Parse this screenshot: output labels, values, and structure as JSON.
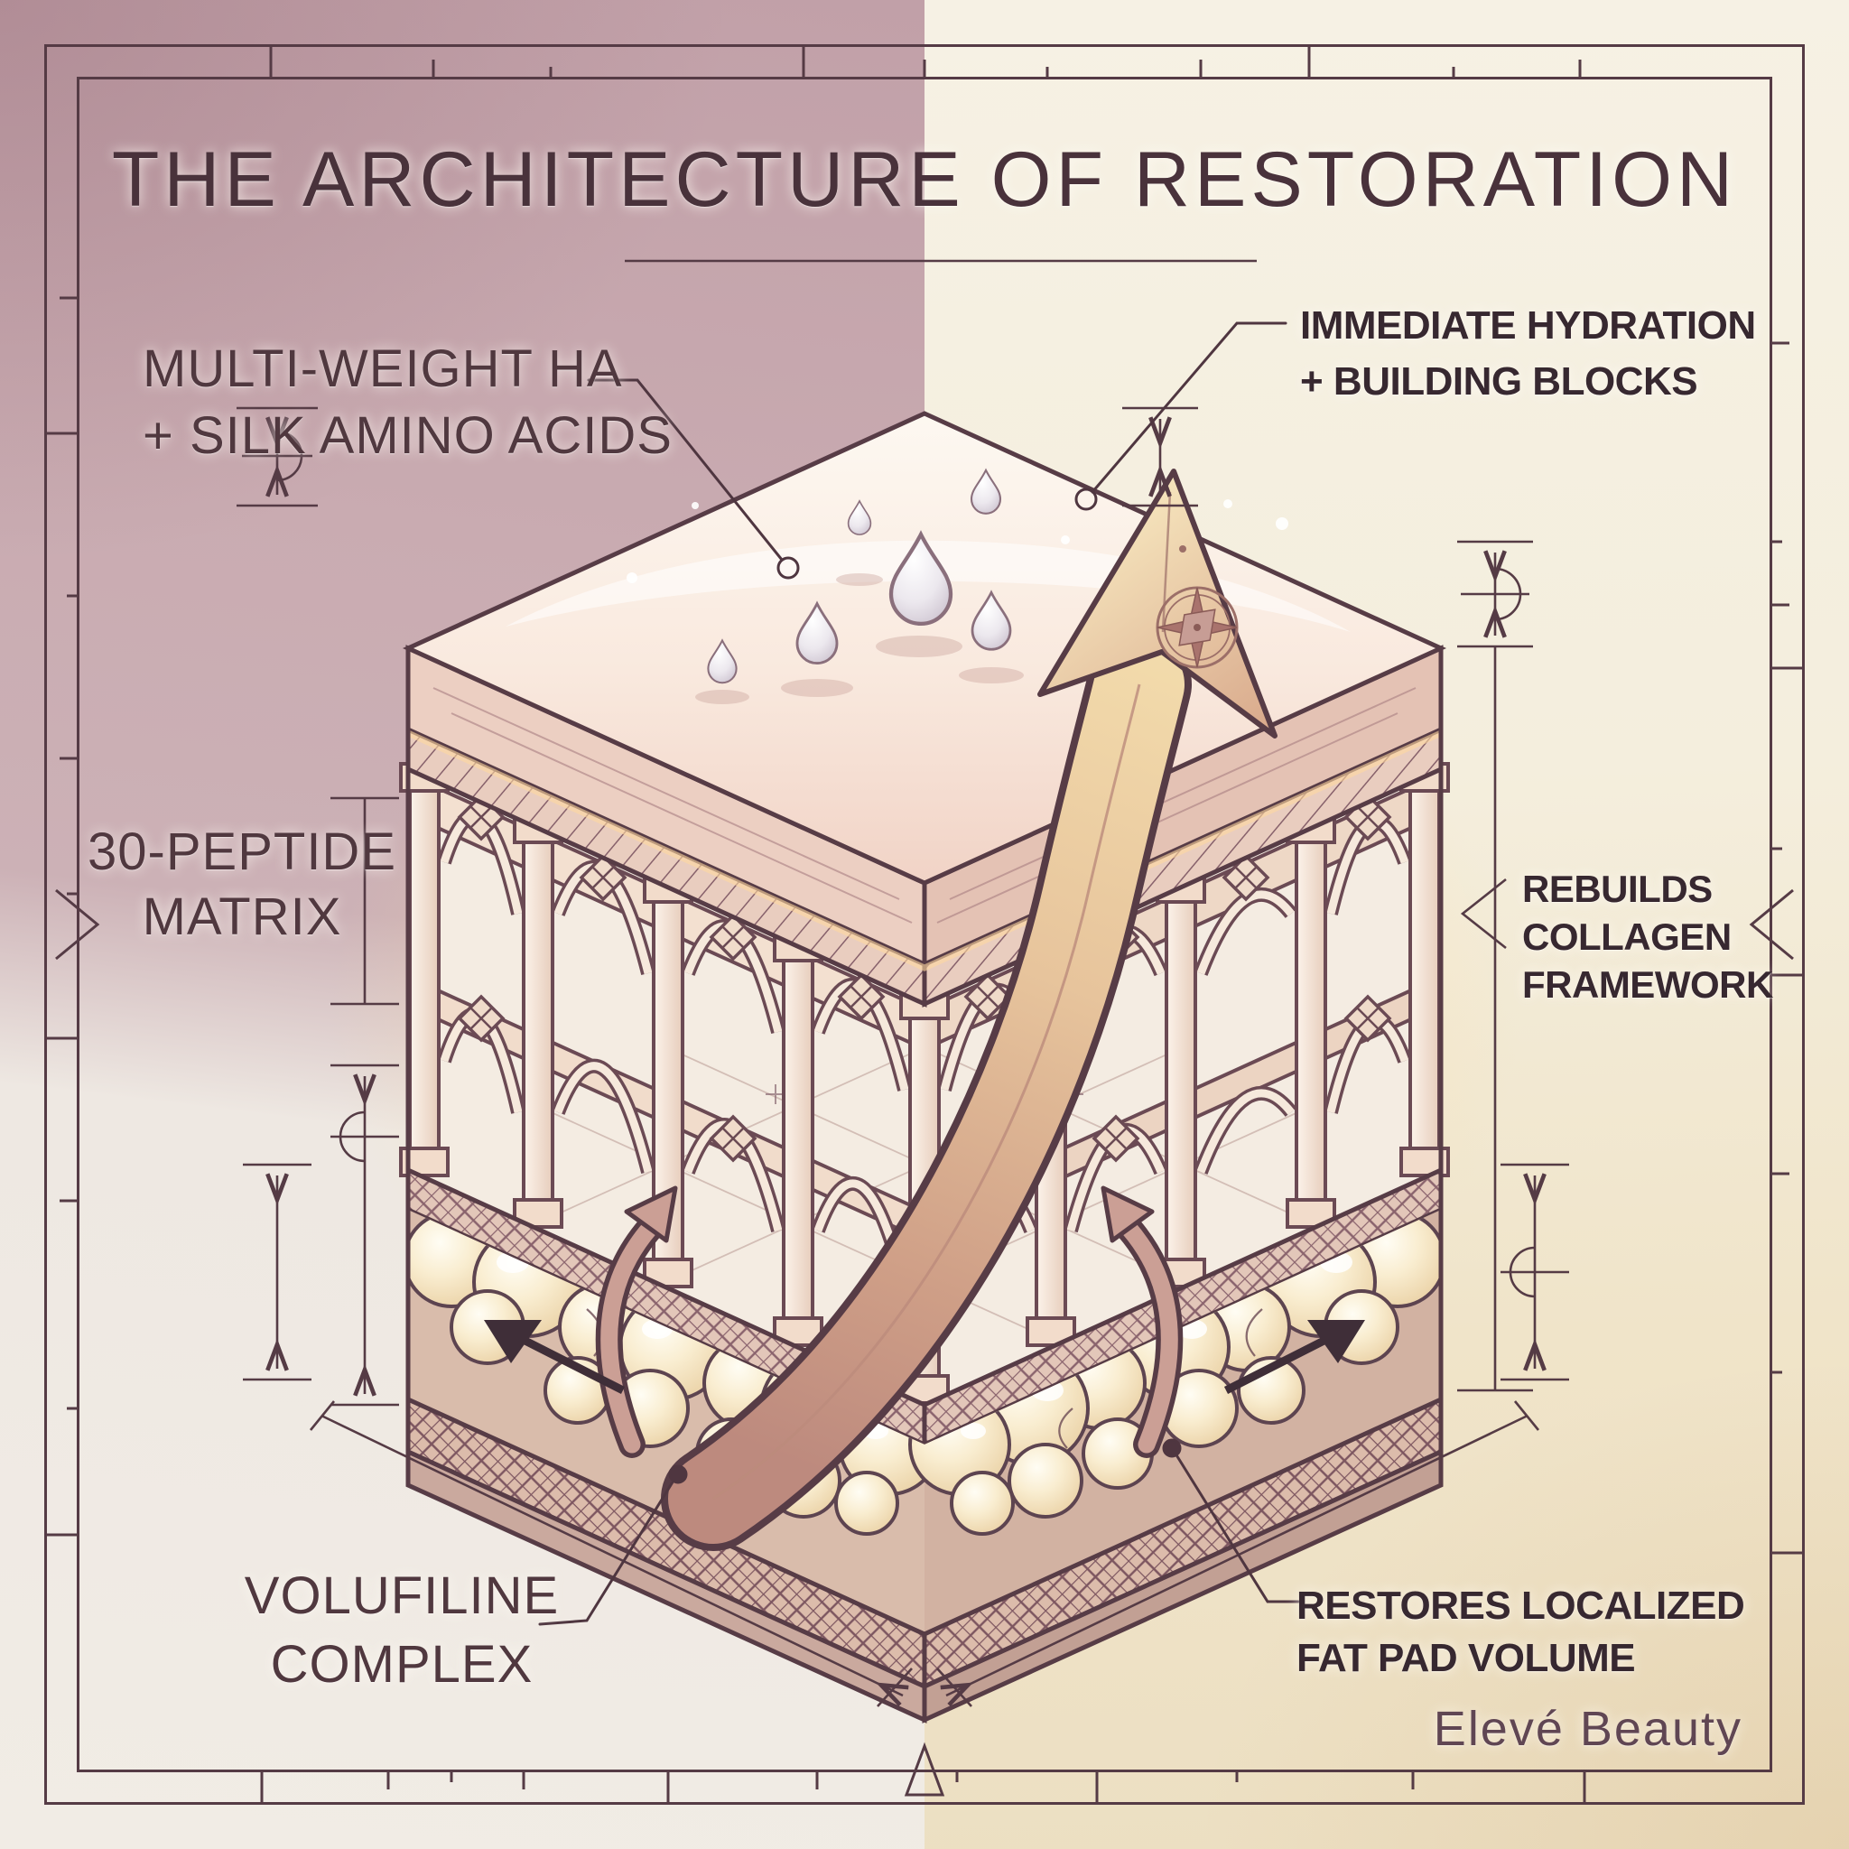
{
  "title": {
    "text": "THE ARCHITECTURE OF RESTORATION"
  },
  "callouts": {
    "multi_weight": {
      "line1": "MULTI-WEIGHT HA",
      "line2": "+ SILK AMINO ACIDS"
    },
    "immediate_hydration": {
      "line1": "IMMEDIATE HYDRATION",
      "line2": "+ BUILDING BLOCKS"
    },
    "peptide_matrix": {
      "line1": "30-PEPTIDE",
      "line2": "MATRIX"
    },
    "rebuilds_collagen": {
      "line1": "REBUILDS",
      "line2": "COLLAGEN",
      "line3": "FRAMEWORK"
    },
    "volufiline": {
      "line1": "VOLUFILINE",
      "line2": "COMPLEX"
    },
    "restores_fat": {
      "line1": "RESTORES LOCALIZED",
      "line2": "FAT PAD VOLUME"
    }
  },
  "brand": {
    "name": "Elevé Beauty"
  },
  "icons": {
    "compass_rose": "compass-rose-icon",
    "water_droplets": "water-droplet-icon",
    "dimension_arrows": "dimension-arrow-icon"
  },
  "colors": {
    "ink": "#553b45",
    "title_text": "#49323b",
    "serif_label_text": "#50383f",
    "sans_label_text": "#372830",
    "brand_text": "#604653",
    "background_mauve": "#c6a8ae",
    "background_cream": "#f5efe2",
    "background_tan": "#ecdfc2",
    "skin_surface": "#f9e6da",
    "fat_pad_cream": "#f3e0ba",
    "gold_arrow": "#e9c89a",
    "rose_arrow": "#c79d95"
  }
}
